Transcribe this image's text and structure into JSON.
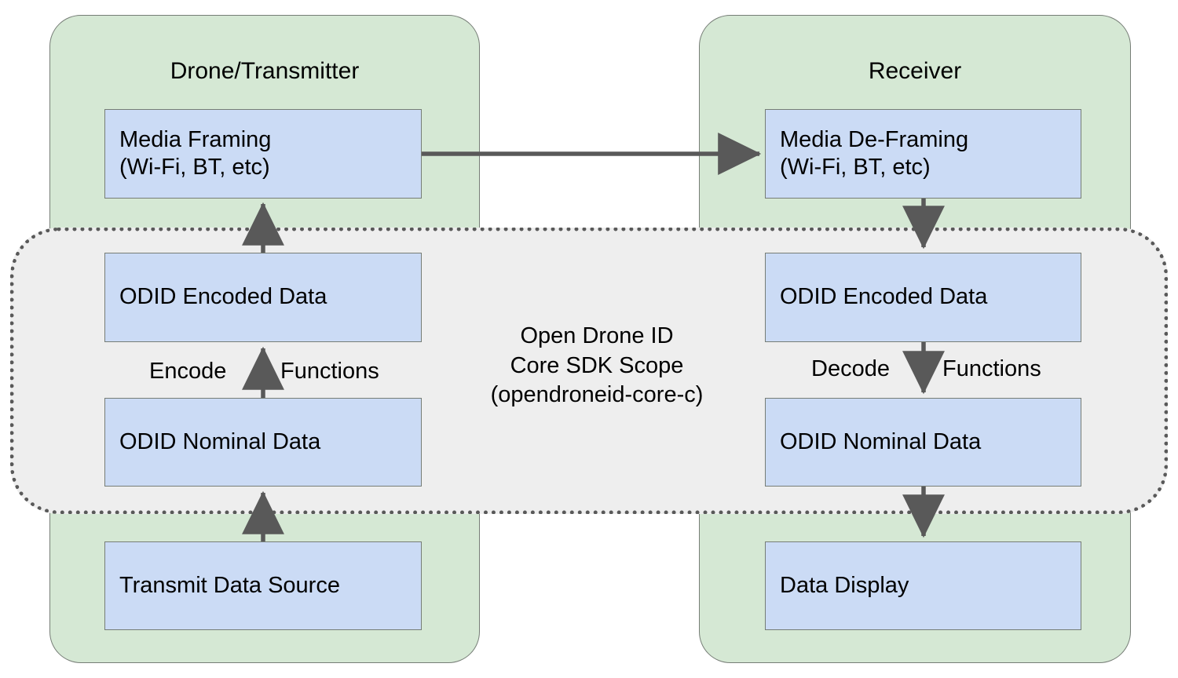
{
  "diagram": {
    "title_visible": false,
    "background": "#ffffff",
    "colors": {
      "lane_fill": "#d5e8d4",
      "lane_stroke": "#767d76",
      "node_fill": "#cbdbf5",
      "node_stroke": "#767d76",
      "scope_fill": "#eeeeee",
      "scope_stroke": "#595959",
      "arrow": "#595959",
      "text": "#000000"
    }
  },
  "lanes": [
    {
      "id": "transmitter",
      "title": "Drone/Transmitter"
    },
    {
      "id": "receiver",
      "title": "Receiver"
    }
  ],
  "scope": {
    "label_line1": "Open Drone ID",
    "label_line2": "Core SDK Scope",
    "label_line3": "(opendroneid-core-c)"
  },
  "nodes": {
    "tx_media_framing": {
      "line1": "Media Framing",
      "line2": "(Wi-Fi, BT, etc)"
    },
    "tx_encoded": {
      "line1": "ODID Encoded Data",
      "line2": ""
    },
    "tx_nominal": {
      "line1": "ODID Nominal Data",
      "line2": ""
    },
    "tx_source": {
      "line1": "Transmit Data Source",
      "line2": ""
    },
    "rx_media_deframing": {
      "line1": "Media De-Framing",
      "line2": "(Wi-Fi, BT, etc)"
    },
    "rx_encoded": {
      "line1": "ODID Encoded Data",
      "line2": ""
    },
    "rx_nominal": {
      "line1": "ODID Nominal Data",
      "line2": ""
    },
    "rx_display": {
      "line1": "Data Display",
      "line2": ""
    }
  },
  "edge_labels": {
    "encode_left": "Encode",
    "encode_right": "Functions",
    "decode_left": "Decode",
    "decode_right": "Functions"
  }
}
